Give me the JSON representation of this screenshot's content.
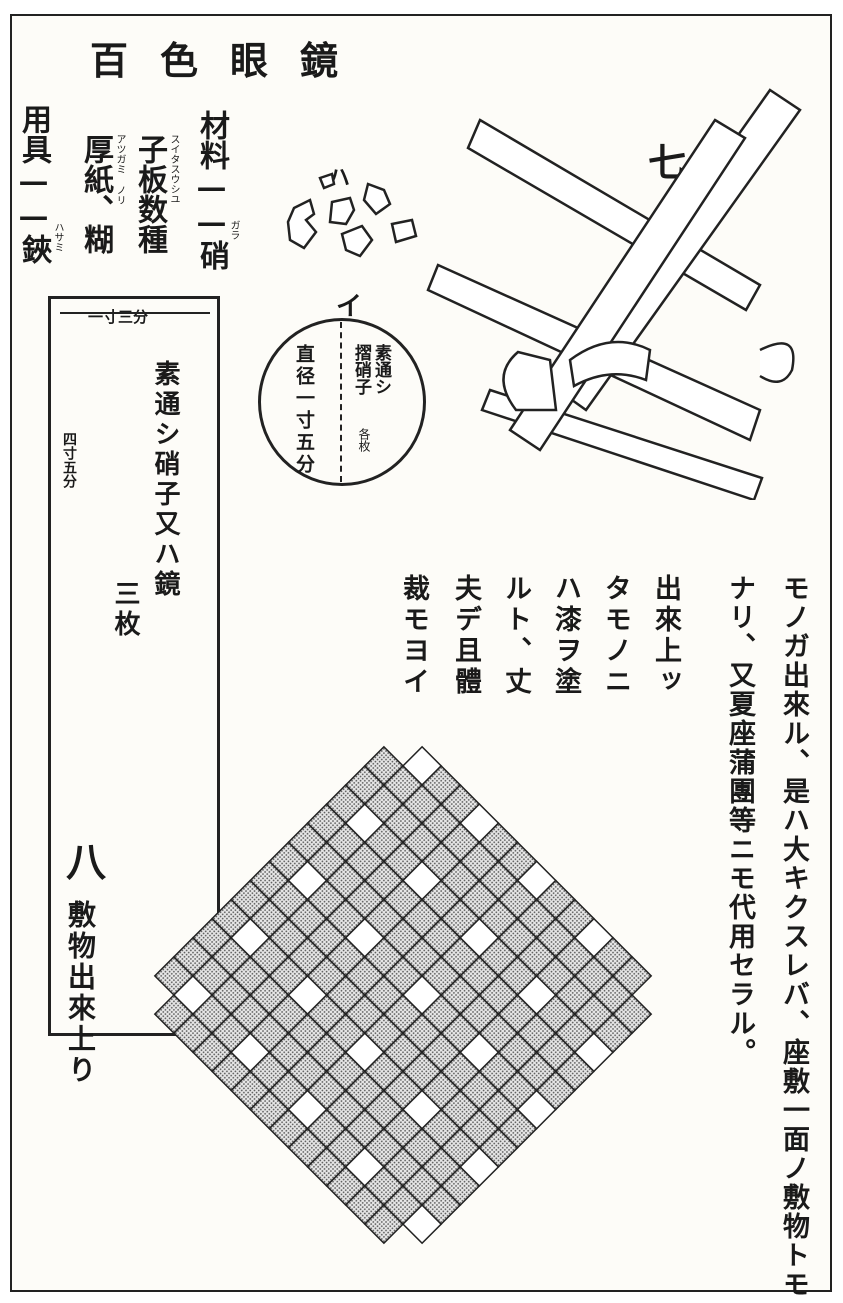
{
  "title": "百色眼鏡",
  "materials": {
    "header": "材料",
    "dash": "——",
    "glass": "硝",
    "glass_ruby": "ガラ",
    "boards": "子板数種",
    "boards_ruby": "スイタスウシユ",
    "paper": "厚紙、糊",
    "paper_ruby": "アツガミ ノリ"
  },
  "tools": {
    "header": "用具",
    "dash": "——",
    "scissors": "鋏",
    "scissors_ruby": "ハサミ"
  },
  "fig_seven": {
    "label": "七"
  },
  "fig_eight": {
    "label": "八",
    "caption": "敷物出來上り"
  },
  "fig_i": {
    "label": "イ"
  },
  "fig_ha": {
    "label": "ハ"
  },
  "box": {
    "width_label": "一寸三分",
    "height_label": "四寸五分",
    "text_main": "素通シ硝子又ハ鏡",
    "text_count": "三枚"
  },
  "circle": {
    "left_text": "直径一寸五分",
    "right_text_1": "素通シ",
    "right_text_2": "摺硝子",
    "right_note": "各枚"
  },
  "body_text": {
    "col1": "モノガ出來ル、是ハ大キクスレバ、座敷一面ノ敷物トモ",
    "col2": "ナリ、又夏座蒲團等ニモ代用セラル。",
    "col3": "出來上ッ",
    "col4": "タモノニ",
    "col5": "ハ漆ヲ塗",
    "col6": "ルト、丈",
    "col7": "夫デ且體",
    "col8": "裁モヨイ"
  }
}
